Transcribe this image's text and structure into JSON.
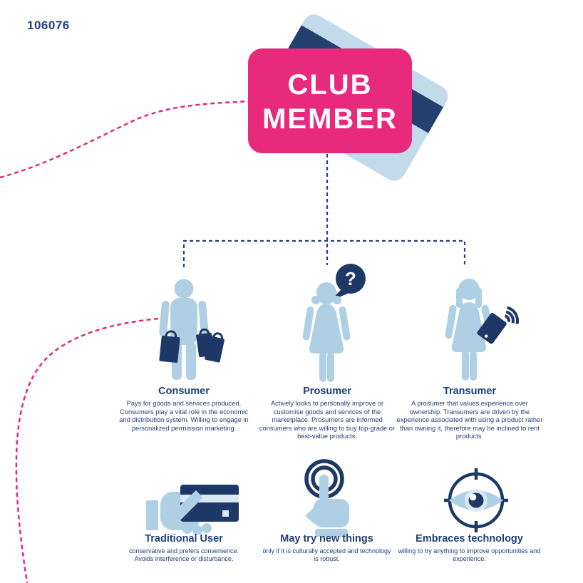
{
  "document": {
    "number": "106076"
  },
  "badge": {
    "line1": "CLUB",
    "line2": "MEMBER"
  },
  "colors": {
    "pink": "#E72A7C",
    "pink_dash": "#EC1E79",
    "navy_text": "#1F3E78",
    "icon_navy": "#1D3866",
    "light_blue": "#AFCFE4",
    "card_blue": "#C3DAEB"
  },
  "personas": [
    {
      "name": "Consumer",
      "icon": "man-with-shopping-bags-icon",
      "description": "Pays for goods and services produced. Consumers play a vital role in the economic and distribution system. Willing to engage in personalized permission marketing."
    },
    {
      "name": "Prosumer",
      "icon": "woman-with-question-bubble-icon",
      "bubble_text": "?",
      "description": "Actively looks to personally improve or customise goods and services of the marketplace. Prosumers are informed consumers who are willing to buy top-grade or best-value products."
    },
    {
      "name": "Transumer",
      "icon": "woman-with-tablet-wifi-icon",
      "description": "A prosumer that values experience over ownership. Transumers are driven by the experience associated with using a product rather than owning it, therefore may be inclined to rent products."
    }
  ],
  "traits": [
    {
      "name": "Traditional User",
      "icon": "hand-holding-credit-card-icon",
      "description": "conservative and prefers convenience. Avoids interference or disturbance."
    },
    {
      "name": "May try new things",
      "icon": "finger-tap-icon",
      "description": "only if it is culturally accepted and technology is robust."
    },
    {
      "name": "Embraces technology",
      "icon": "eye-target-icon",
      "description": "willing to try anything to improve opportunities and experience."
    }
  ]
}
